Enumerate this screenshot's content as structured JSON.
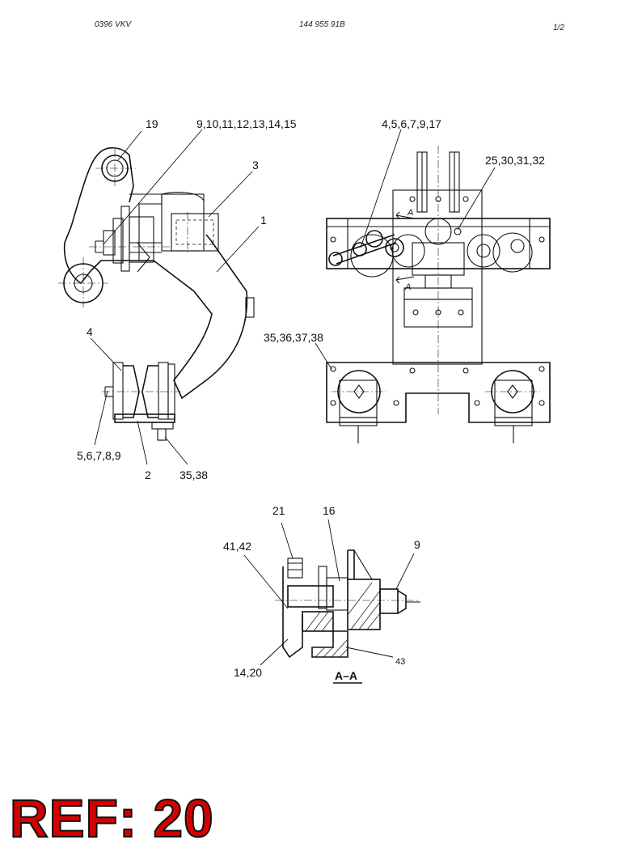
{
  "header": {
    "left": "0396  VKV",
    "center": "144 955 91B",
    "right": "1/2"
  },
  "callouts": {
    "c19": "19",
    "c9_15": "9,10,11,12,13,14,15",
    "c3": "3",
    "c1": "1",
    "c4": "4",
    "c5_9": "5,6,7,8,9",
    "c2": "2",
    "c35_38": "35,38",
    "c4_17": "4,5,6,7,9,17",
    "c25_32": "25,30,31,32",
    "c35_38b": "35,36,37,38",
    "cA1": "A",
    "cA2": "A",
    "c21": "21",
    "c16": "16",
    "c41_42": "41,42",
    "c9b": "9",
    "c14_20": "14,20",
    "c43": "43"
  },
  "section_label": "A–A",
  "ref_label": "REF: 20",
  "colors": {
    "ref": "#d40000",
    "ink": "#111111"
  }
}
